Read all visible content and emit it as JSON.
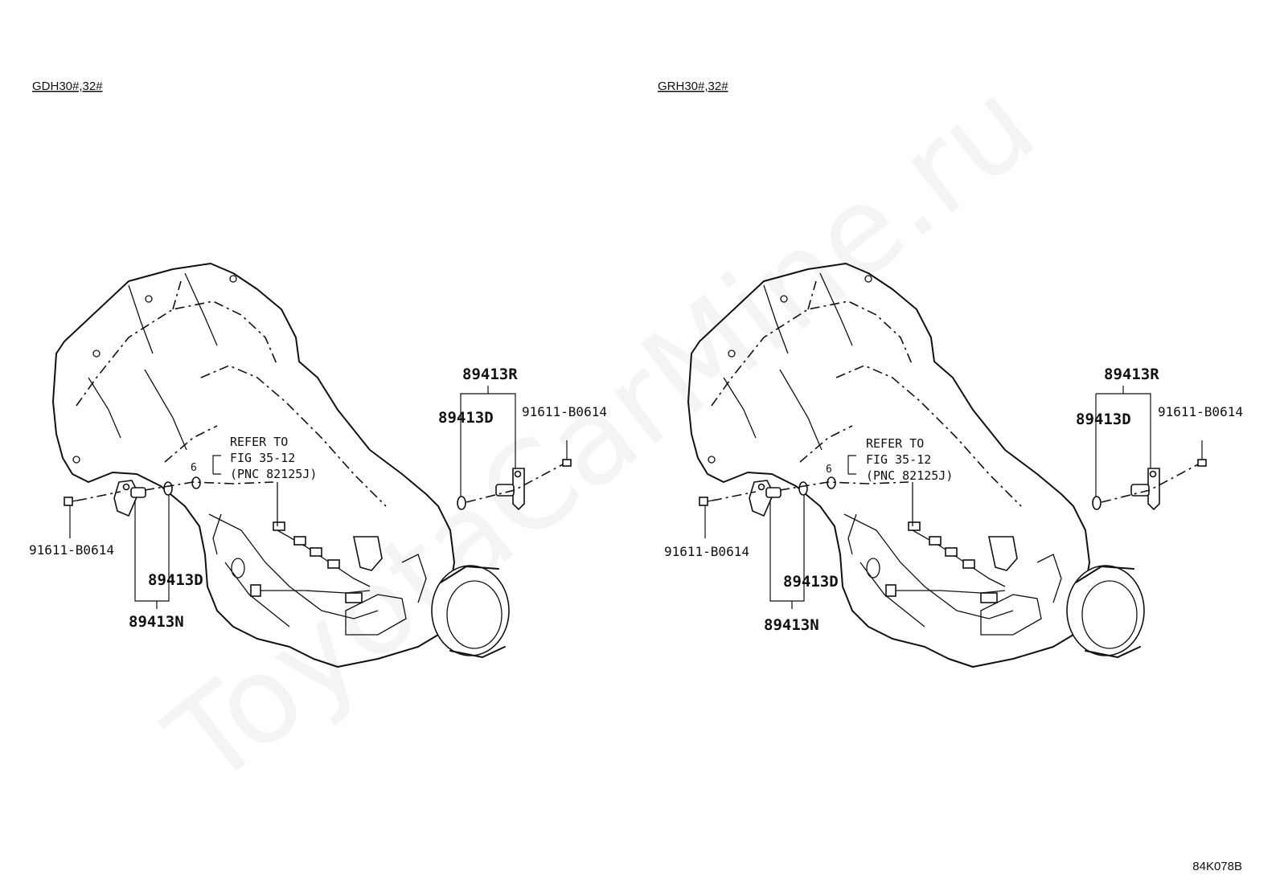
{
  "watermark": "ToyotaCarMine.ru",
  "figure_code": "84K078B",
  "views": [
    {
      "model": "GDH30#,32#",
      "labels": {
        "sensor_assy_top": "89413R",
        "oring_top": "89413D",
        "bolt_right": "91611-B0614",
        "refer_line1": "REFER TO",
        "refer_line2": "FIG 35-12",
        "refer_line3": "(PNC 82125J)",
        "bolt_left": "91611-B0614",
        "oring_bottom": "89413D",
        "sensor_assy_bottom": "89413N",
        "callout_6": "6"
      }
    },
    {
      "model": "GRH30#,32#",
      "labels": {
        "sensor_assy_top": "89413R",
        "oring_top": "89413D",
        "bolt_right": "91611-B0614",
        "refer_line1": "REFER TO",
        "refer_line2": "FIG 35-12",
        "refer_line3": "(PNC 82125J)",
        "bolt_left": "91611-B0614",
        "oring_bottom": "89413D",
        "sensor_assy_bottom": "89413N",
        "callout_6": "6"
      }
    }
  ]
}
